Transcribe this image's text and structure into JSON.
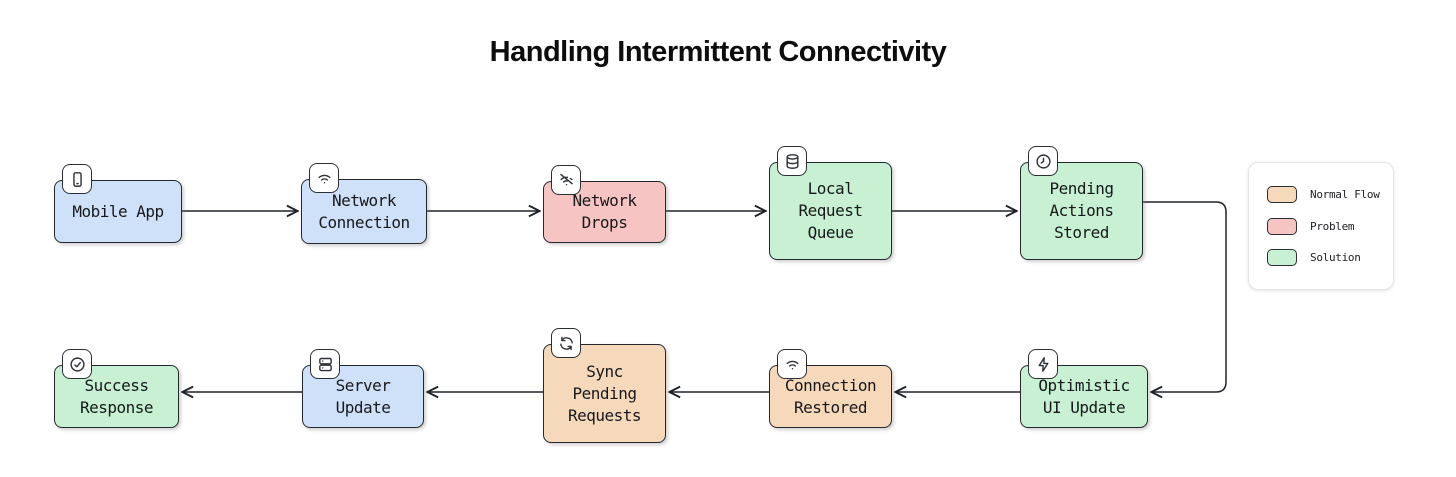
{
  "title": "Handling Intermittent Connectivity",
  "colors": {
    "normal_flow": "#f6d8ba",
    "problem": "#f6c5c3",
    "solution": "#c7f1d2",
    "neutral_node": "#cfe1f8",
    "node_border": "#23272e",
    "arrow": "#1f2329",
    "background": "#ffffff"
  },
  "nodes": [
    {
      "id": "mobile-app",
      "label": "Mobile App",
      "icon": "smartphone-icon",
      "category": "neutral"
    },
    {
      "id": "network-connection",
      "label": "Network\nConnection",
      "icon": "wifi-icon",
      "category": "neutral"
    },
    {
      "id": "network-drops",
      "label": "Network\nDrops",
      "icon": "wifi-off-icon",
      "category": "problem"
    },
    {
      "id": "local-request-queue",
      "label": "Local\nRequest\nQueue",
      "icon": "database-icon",
      "category": "solution"
    },
    {
      "id": "pending-actions-stored",
      "label": "Pending\nActions\nStored",
      "icon": "clock-icon",
      "category": "solution"
    },
    {
      "id": "optimistic-ui-update",
      "label": "Optimistic\nUI Update",
      "icon": "zap-icon",
      "category": "solution"
    },
    {
      "id": "connection-restored",
      "label": "Connection\nRestored",
      "icon": "wifi-icon",
      "category": "normal_flow"
    },
    {
      "id": "sync-pending-requests",
      "label": "Sync\nPending\nRequests",
      "icon": "sync-icon",
      "category": "normal_flow"
    },
    {
      "id": "server-update",
      "label": "Server\nUpdate",
      "icon": "server-icon",
      "category": "neutral"
    },
    {
      "id": "success-response",
      "label": "Success\nResponse",
      "icon": "check-circle-icon",
      "category": "solution"
    }
  ],
  "flow": [
    "Mobile App -> Network Connection",
    "Network Connection -> Network Drops",
    "Network Drops -> Local Request Queue",
    "Local Request Queue -> Pending Actions Stored",
    "Pending Actions Stored -> Optimistic UI Update",
    "Optimistic UI Update -> Connection Restored",
    "Connection Restored -> Sync Pending Requests",
    "Sync Pending Requests -> Server Update",
    "Server Update -> Success Response"
  ],
  "legend": {
    "items": [
      {
        "label": "Normal Flow",
        "color": "#f6d8ba"
      },
      {
        "label": "Problem",
        "color": "#f6c5c3"
      },
      {
        "label": "Solution",
        "color": "#c7f1d2"
      }
    ]
  }
}
